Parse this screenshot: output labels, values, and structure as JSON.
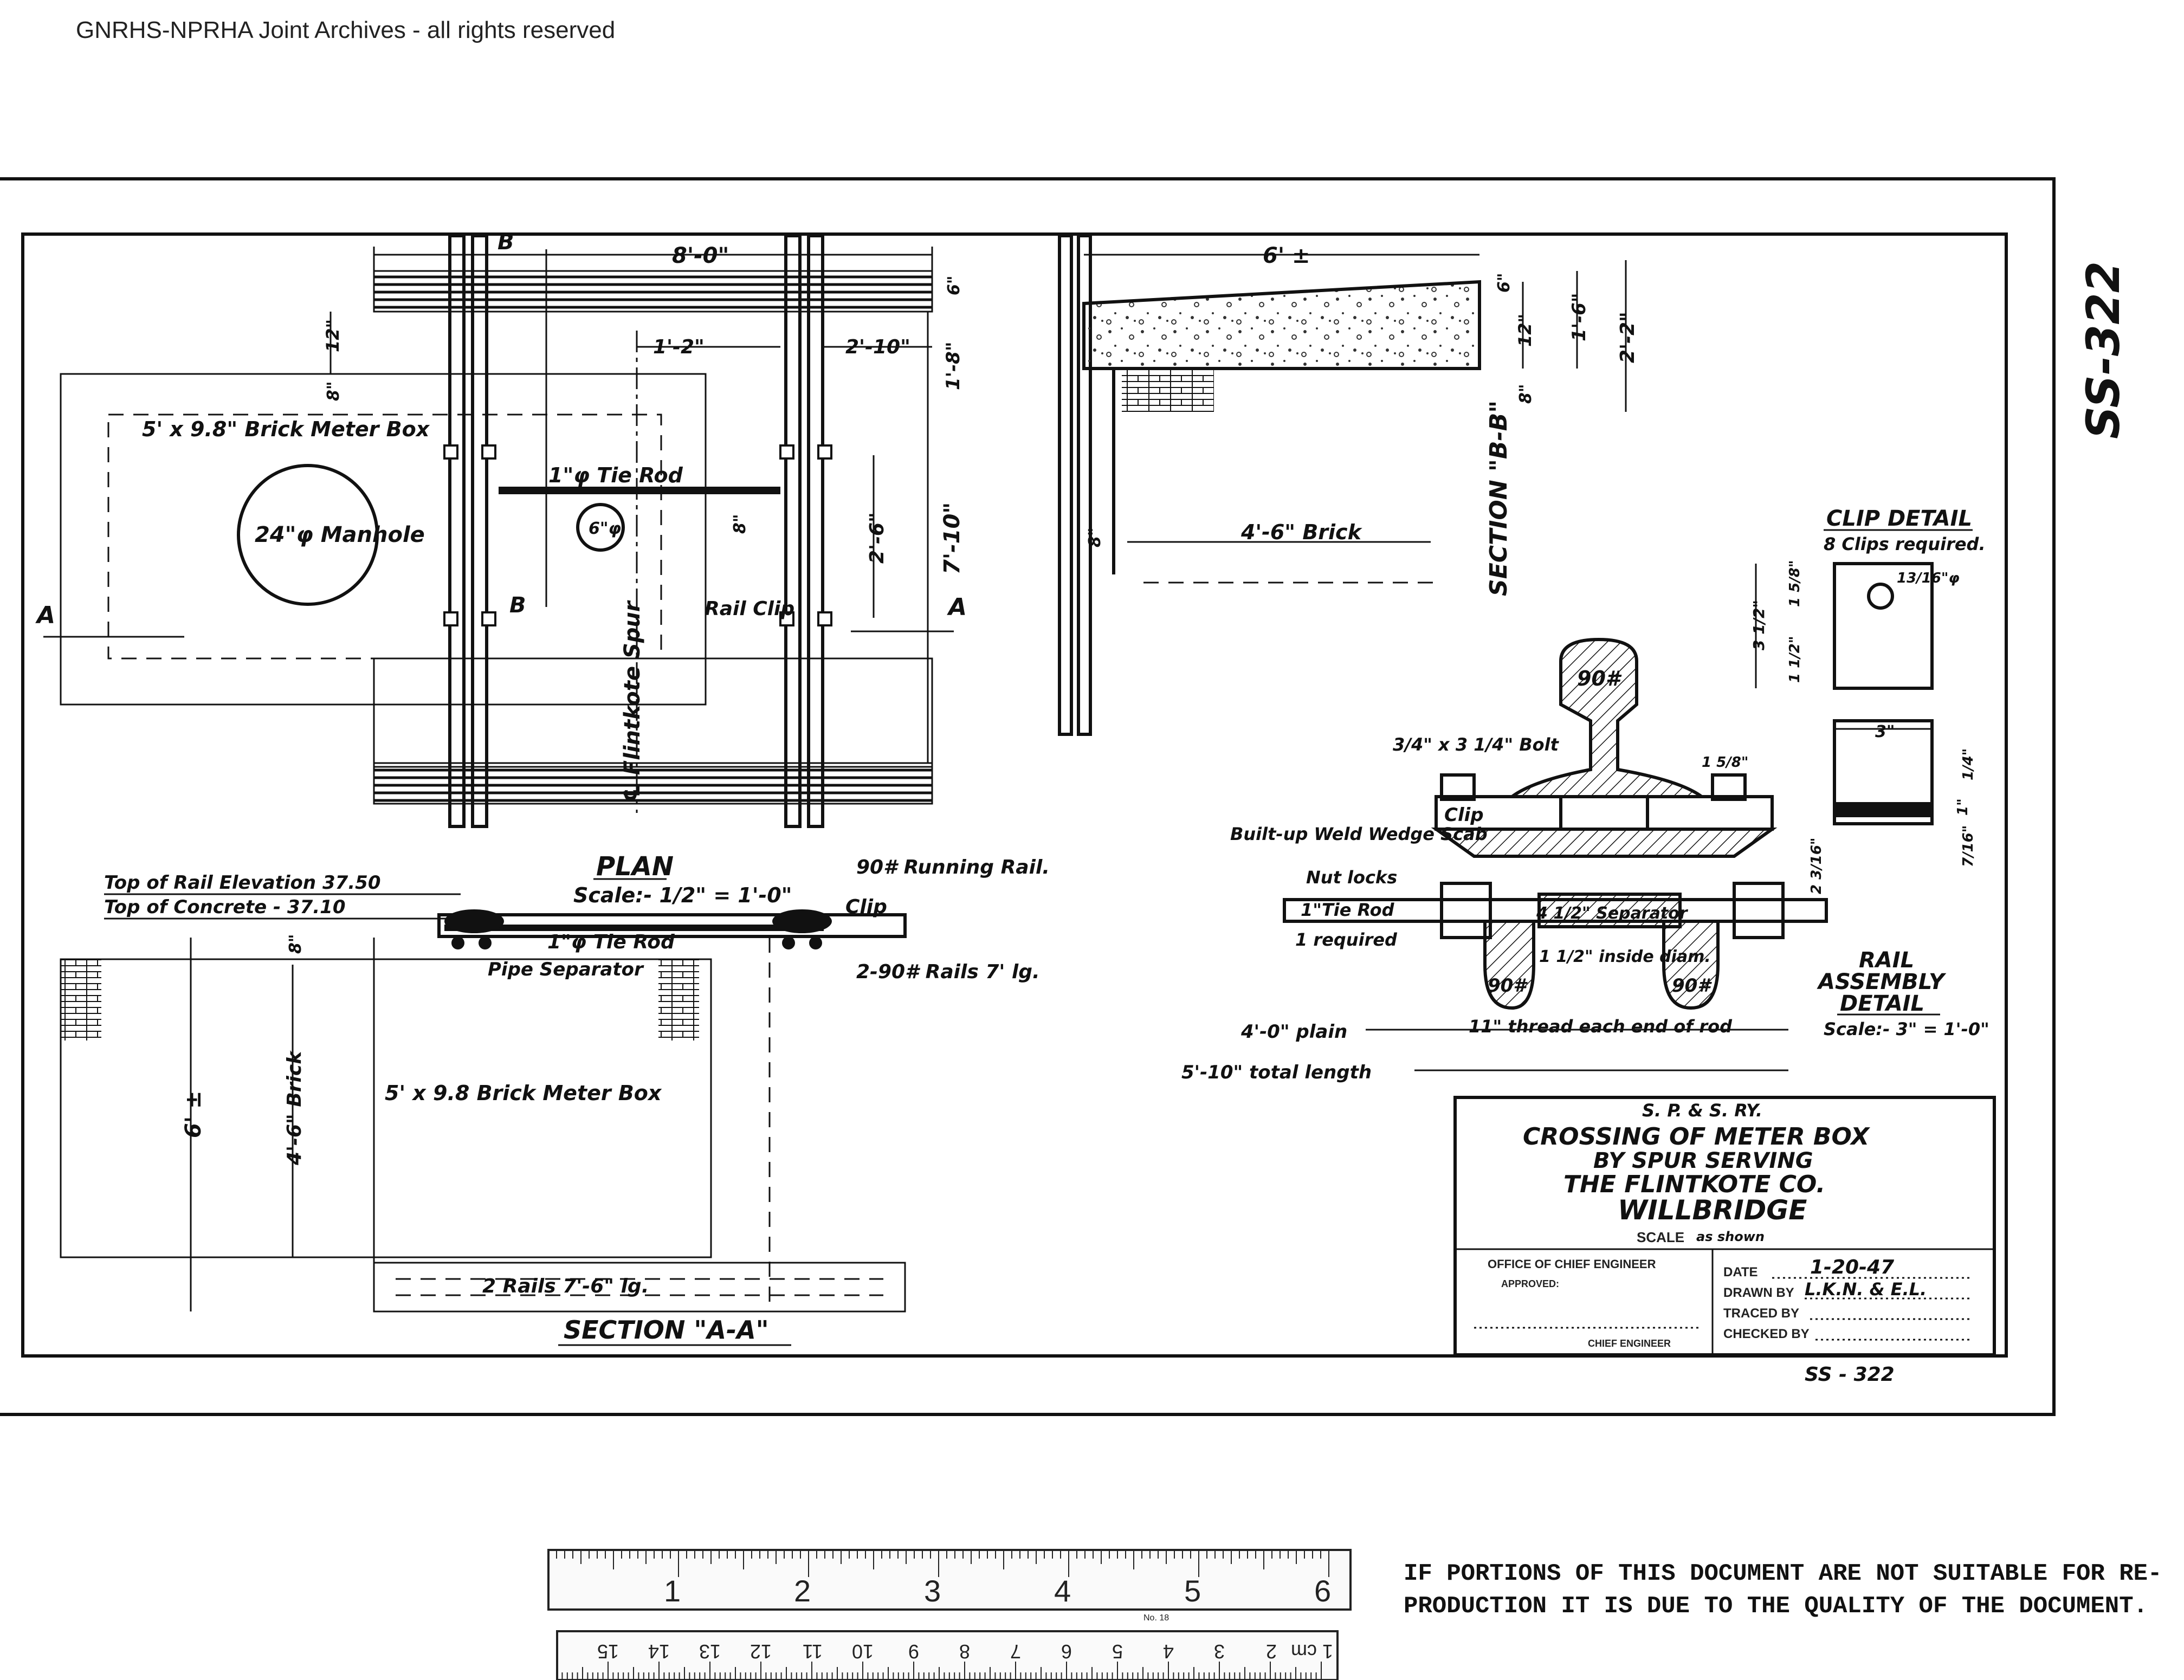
{
  "header": {
    "archive_notice": "GNRHS-NPRHA Joint Archives - all rights reserved"
  },
  "margin_number": "SS-322",
  "plan": {
    "dim_top": "8'-0\"",
    "dim_left_a": "1'-2\"",
    "dim_right_a": "2'-10\"",
    "dim_2_6": "2'-6\"",
    "dim_7_10": "7'-10\"",
    "dim_1_8": "1'-8\"",
    "dim_6": "6\"",
    "dim_12": "12\"",
    "dim_8": "8\"",
    "meter_box": "5' x 9.8\" Brick Meter Box",
    "manhole": "24\"φ Manhole",
    "pipe_circle": "6\"φ",
    "tie_rod": "1\"φ Tie Rod",
    "rail_clip": "Rail Clip",
    "spur": "℄ Flintkote Spur",
    "sec_a": "A",
    "sec_b": "B",
    "title": "PLAN",
    "scale": "Scale:- 1/2\" = 1'-0\""
  },
  "section_bb": {
    "dim_6": "6' ±",
    "dim_12": "12\"",
    "dim_6b": "6\"",
    "dim_1_6": "1'-6\"",
    "dim_2_2": "2'-2\"",
    "dim_8": "8\"",
    "dim_8b": "8\"",
    "brick": "4'-6\" Brick",
    "title": "SECTION \"B-B\""
  },
  "section_aa": {
    "top_rail": "Top of Rail Elevation  37.50",
    "top_concrete": "Top of Concrete  -  37.10",
    "running_rail": "90# Running Rail.",
    "clip": "Clip",
    "tie_rod": "1\"φ Tie Rod",
    "pipe_separator": "Pipe Separator",
    "rails_7": "2-90# Rails 7' lg.",
    "dim_6": "6' ±",
    "dim_8": "8\"",
    "dim_brick": "4'-6\" Brick",
    "meter_box": "5' x 9.8 Brick Meter Box",
    "rails_bottom": "2 Rails  7'-6\" lg.",
    "title": "SECTION \"A-A\""
  },
  "clip_detail": {
    "title": "CLIP DETAIL",
    "note": "8 Clips required.",
    "hole": "13/16\"φ",
    "dim_3_1_2": "3 1/2\"",
    "dim_1_5_8": "1 5/8\"",
    "dim_1_1_2": "1 1/2\"",
    "dim_3": "3\"",
    "dim_1_4": "1/4\"",
    "dim_1": "1\"",
    "dim_7_16": "7/16\""
  },
  "rail_assembly": {
    "rail_label": "90#",
    "bolt": "3/4\" x 3 1/4\" Bolt",
    "clip": "Clip",
    "weld": "Built-up Weld Wedge Scab",
    "nut_locks": "Nut locks",
    "tie_rod": "1\"Tie Rod",
    "required": "1 required",
    "separator": "4 1/2\" Separator",
    "inside_diam": "1 1/2\" inside diam.",
    "dim_1_5_8": "1 5/8\"",
    "dim_2_3_16": "2 3/16\"",
    "plain": "4'-0\" plain",
    "thread": "11\" thread each end of rod",
    "total": "5'-10\" total length",
    "title_1": "RAIL",
    "title_2": "ASSEMBLY",
    "title_3": "DETAIL",
    "scale": "Scale:- 3\" = 1'-0\""
  },
  "title_block": {
    "railway": "S. P. & S. RY.",
    "line1": "CROSSING OF METER BOX",
    "line2": "BY SPUR SERVING",
    "line3": "THE FLINTKOTE CO.",
    "line4": "WILLBRIDGE",
    "scale_label": "SCALE",
    "scale_value": "as shown",
    "office": "OFFICE OF CHIEF ENGINEER",
    "approved": "APPROVED:",
    "chief": "CHIEF ENGINEER",
    "date_label": "DATE",
    "date_value": "1-20-47",
    "drawn_label": "DRAWN BY",
    "drawn_value": "L.K.N. & E.L.",
    "traced_label": "TRACED BY",
    "checked_label": "CHECKED BY",
    "drawing_number": "SS - 322"
  },
  "ruler": {
    "inch_labels": [
      "1",
      "2",
      "3",
      "4",
      "5",
      "6"
    ],
    "cm_labels": [
      "1 cm",
      "2",
      "3",
      "4",
      "5",
      "6",
      "7",
      "8",
      "9",
      "10",
      "11",
      "12",
      "13",
      "14",
      "15"
    ],
    "maker_text": "No. 18"
  },
  "footer_notice": {
    "line1": "IF PORTIONS OF THIS DOCUMENT ARE NOT SUITABLE FOR RE-",
    "line2": "PRODUCTION IT IS DUE TO THE QUALITY OF THE DOCUMENT."
  }
}
